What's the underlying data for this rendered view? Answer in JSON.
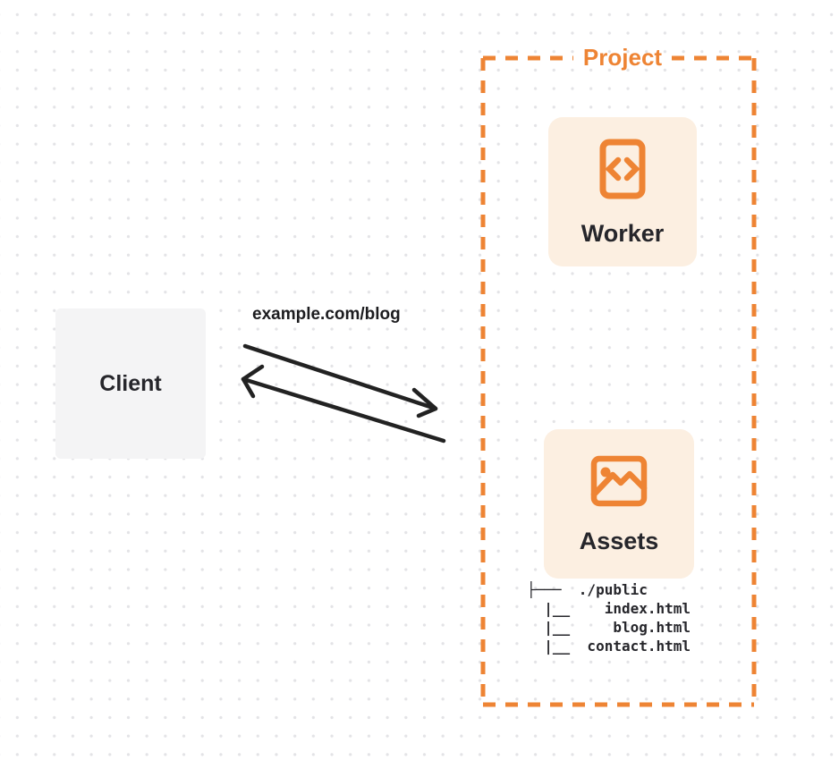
{
  "diagram": {
    "project": {
      "label": "Project",
      "worker": {
        "label": "Worker",
        "icon": "code-file-icon"
      },
      "assets": {
        "label": "Assets",
        "icon": "image-icon",
        "file_tree": "├───  ./public\n  |__    index.html\n  |__     blog.html\n  |__  contact.html"
      }
    },
    "client": {
      "label": "Client"
    },
    "request": {
      "label": "example.com/blog"
    }
  },
  "colors": {
    "accent_orange": "#EE8434",
    "card_bg": "#FCEFE1",
    "client_bg": "#F4F4F5",
    "text_dark": "#26262B",
    "arrow": "#222222",
    "dot_grid": "#E3E3E6",
    "page_bg": "#FFFFFF"
  }
}
